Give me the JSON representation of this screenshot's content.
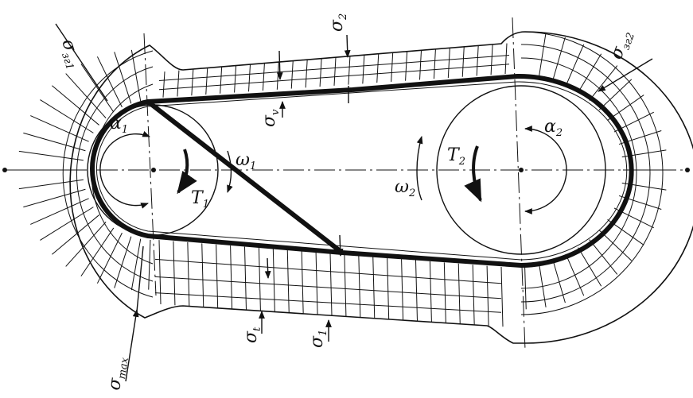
{
  "diagram": {
    "labels": {
      "sigma_b1": "σ",
      "sigma_b1_sub": "зг1",
      "sigma_b2": "σ",
      "sigma_b2_sub": "зг2",
      "sigma_2": "σ",
      "sigma_2_sub": "2",
      "sigma_1": "σ",
      "sigma_1_sub": "1",
      "sigma_v": "σ",
      "sigma_v_sub": "v",
      "sigma_t": "σ",
      "sigma_t_sub": "t",
      "sigma_max": "σ",
      "sigma_max_sub": "max",
      "alpha_1": "α",
      "alpha_1_sub": "1",
      "alpha_2": "α",
      "alpha_2_sub": "2",
      "omega_1": "ω",
      "omega_1_sub": "1",
      "omega_2": "ω",
      "omega_2_sub": "2",
      "torque_1": "T",
      "torque_1_sub": "1",
      "torque_2": "T",
      "torque_2_sub": "2"
    },
    "colors": {
      "ink": "#111111",
      "paper": "#ffffff"
    }
  }
}
